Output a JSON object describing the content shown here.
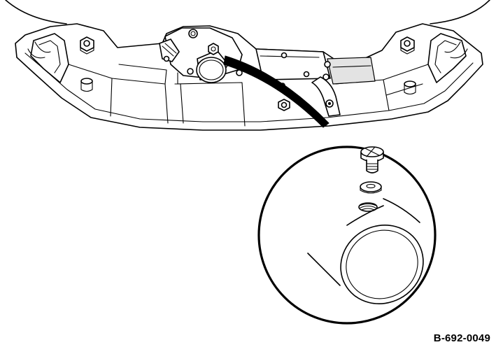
{
  "figure": {
    "id_label": "B-692-0049",
    "subject": "oil-drain-plug-assembly"
  },
  "colors": {
    "line": "#000000",
    "background": "#ffffff",
    "shade": "#e3e3e3"
  },
  "parts": [
    "oil-pan-housing",
    "drain-port-boss",
    "drain-plug-bolt",
    "sealing-washer",
    "threaded-drain-hole",
    "magnifier-callout"
  ]
}
